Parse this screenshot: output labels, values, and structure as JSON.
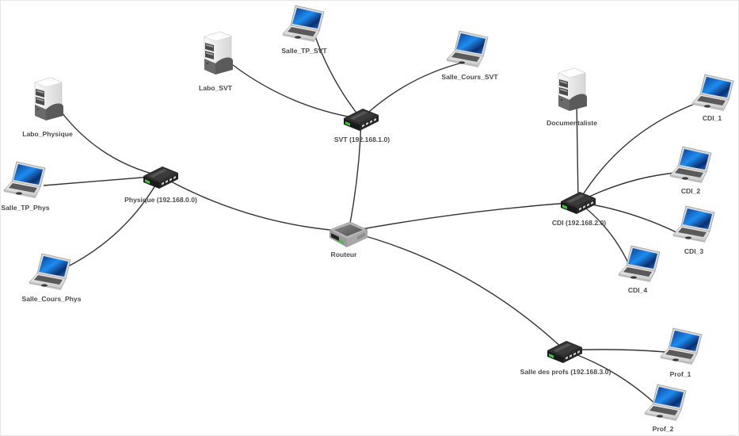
{
  "diagram": {
    "type": "network-topology",
    "colors": {
      "edge": "#333333",
      "label": "#4a4a4a",
      "screen": "#1e6fd8",
      "switch_body": "#1f1f1f",
      "port_led": "#3fbf3f"
    },
    "nodes": [
      {
        "id": "routeur",
        "label": "Routeur",
        "kind": "router-icon"
      },
      {
        "id": "sw_physique",
        "label": "Physique (192.168.0.0)",
        "kind": "switch-icon"
      },
      {
        "id": "sw_svt",
        "label": "SVT (192.168.1.0)",
        "kind": "switch-icon"
      },
      {
        "id": "sw_cdi",
        "label": "CDI (192.168.2.0)",
        "kind": "switch-icon"
      },
      {
        "id": "sw_profs",
        "label": "Salle des profs (192.168.3.0)",
        "kind": "switch-icon"
      },
      {
        "id": "labo_physique",
        "label": "Labo_Physique",
        "kind": "server-icon"
      },
      {
        "id": "salle_tp_phys",
        "label": "Salle_TP_Phys",
        "kind": "laptop-icon"
      },
      {
        "id": "salle_cours_phys",
        "label": "Salle_Cours_Phys",
        "kind": "laptop-icon"
      },
      {
        "id": "labo_svt",
        "label": "Labo_SVT",
        "kind": "server-icon"
      },
      {
        "id": "salle_tp_svt",
        "label": "Salle_TP_SVT",
        "kind": "laptop-icon"
      },
      {
        "id": "salle_cours_svt",
        "label": "Salle_Cours_SVT",
        "kind": "laptop-icon"
      },
      {
        "id": "documentaliste",
        "label": "Documentaliste",
        "kind": "server-icon"
      },
      {
        "id": "cdi_1",
        "label": "CDI_1",
        "kind": "laptop-icon"
      },
      {
        "id": "cdi_2",
        "label": "CDI_2",
        "kind": "laptop-icon"
      },
      {
        "id": "cdi_3",
        "label": "CDI_3",
        "kind": "laptop-icon"
      },
      {
        "id": "cdi_4",
        "label": "CDI_4",
        "kind": "laptop-icon"
      },
      {
        "id": "prof_1",
        "label": "Prof_1",
        "kind": "laptop-icon"
      },
      {
        "id": "prof_2",
        "label": "Prof_2",
        "kind": "laptop-icon"
      }
    ],
    "edges": [
      {
        "from": "routeur",
        "to": "sw_physique"
      },
      {
        "from": "routeur",
        "to": "sw_svt"
      },
      {
        "from": "routeur",
        "to": "sw_cdi"
      },
      {
        "from": "routeur",
        "to": "sw_profs"
      },
      {
        "from": "sw_physique",
        "to": "labo_physique"
      },
      {
        "from": "sw_physique",
        "to": "salle_tp_phys"
      },
      {
        "from": "sw_physique",
        "to": "salle_cours_phys"
      },
      {
        "from": "sw_svt",
        "to": "labo_svt"
      },
      {
        "from": "sw_svt",
        "to": "salle_tp_svt"
      },
      {
        "from": "sw_svt",
        "to": "salle_cours_svt"
      },
      {
        "from": "sw_cdi",
        "to": "documentaliste"
      },
      {
        "from": "sw_cdi",
        "to": "cdi_1"
      },
      {
        "from": "sw_cdi",
        "to": "cdi_2"
      },
      {
        "from": "sw_cdi",
        "to": "cdi_3"
      },
      {
        "from": "sw_cdi",
        "to": "cdi_4"
      },
      {
        "from": "sw_profs",
        "to": "prof_1"
      },
      {
        "from": "sw_profs",
        "to": "prof_2"
      }
    ]
  }
}
